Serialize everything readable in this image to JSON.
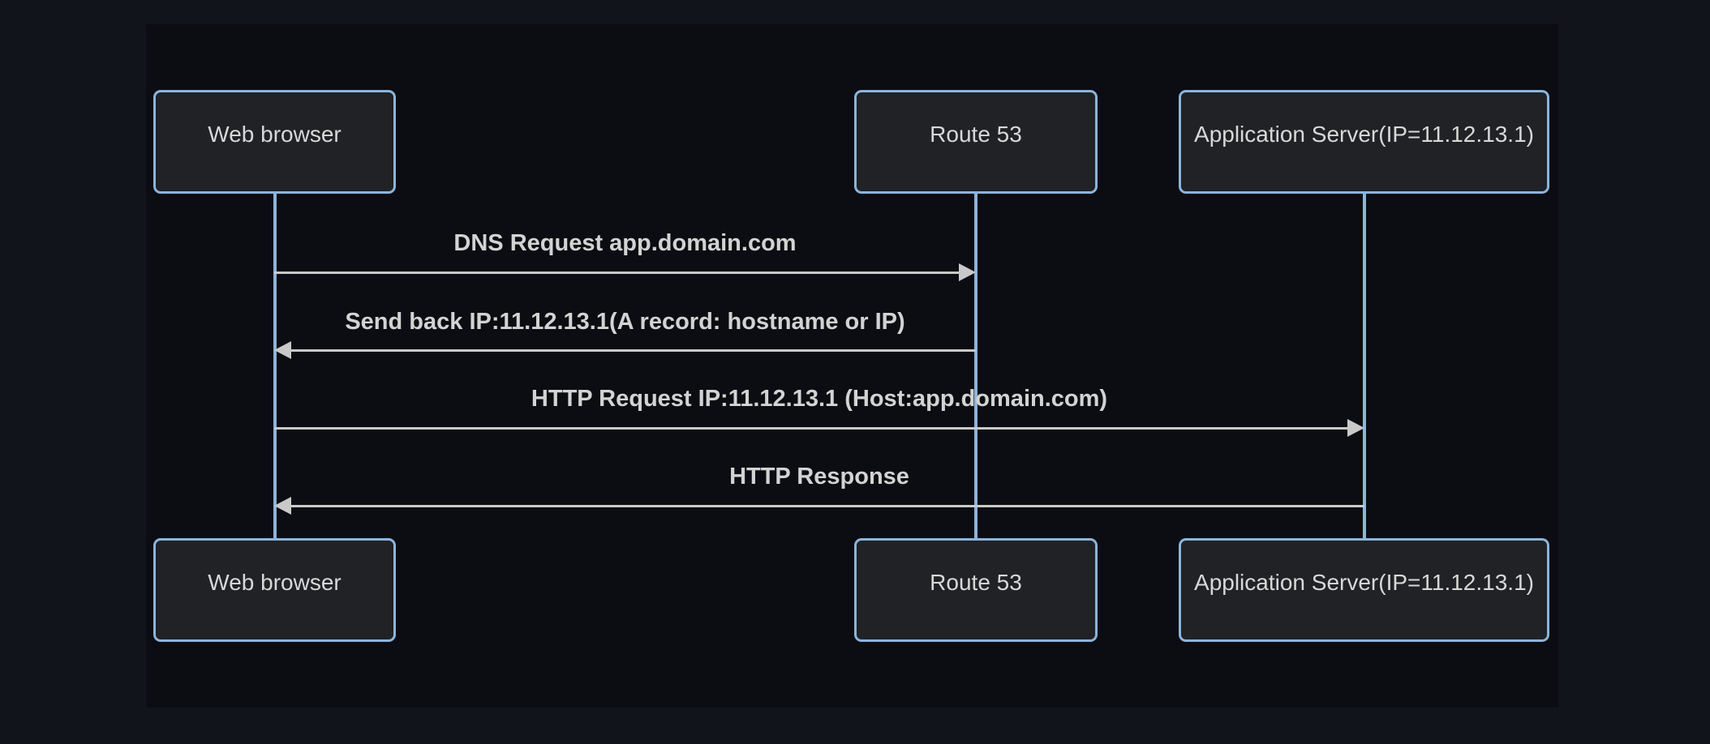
{
  "diagram": {
    "type": "sequence",
    "actors": [
      {
        "id": "web-browser",
        "label": "Web browser"
      },
      {
        "id": "route53",
        "label": "Route 53"
      },
      {
        "id": "app-server",
        "label": "Application Server(IP=11.12.13.1)"
      }
    ],
    "messages": [
      {
        "text": "DNS Request app.domain.com",
        "from": "web-browser",
        "to": "route53",
        "direction": "right",
        "line": "solid"
      },
      {
        "text": "Send back IP:11.12.13.1(A record: hostname or IP)",
        "from": "route53",
        "to": "web-browser",
        "direction": "left",
        "line": "solid"
      },
      {
        "text": "HTTP Request IP:11.12.13.1 (Host:app.domain.com)",
        "from": "web-browser",
        "to": "app-server",
        "direction": "right",
        "line": "solid"
      },
      {
        "text": "HTTP Response",
        "from": "app-server",
        "to": "web-browser",
        "direction": "left",
        "line": "solid"
      }
    ],
    "colors": {
      "page_background": "#11141a",
      "surface_background": "#0b0d12",
      "actor_fill": "#202225",
      "actor_border": "#8cb4dc",
      "actor_text": "#d8d8d8",
      "lifeline": "#8cb4dc",
      "message_line": "#c9c9c9",
      "message_text": "#d3d3d3"
    }
  }
}
